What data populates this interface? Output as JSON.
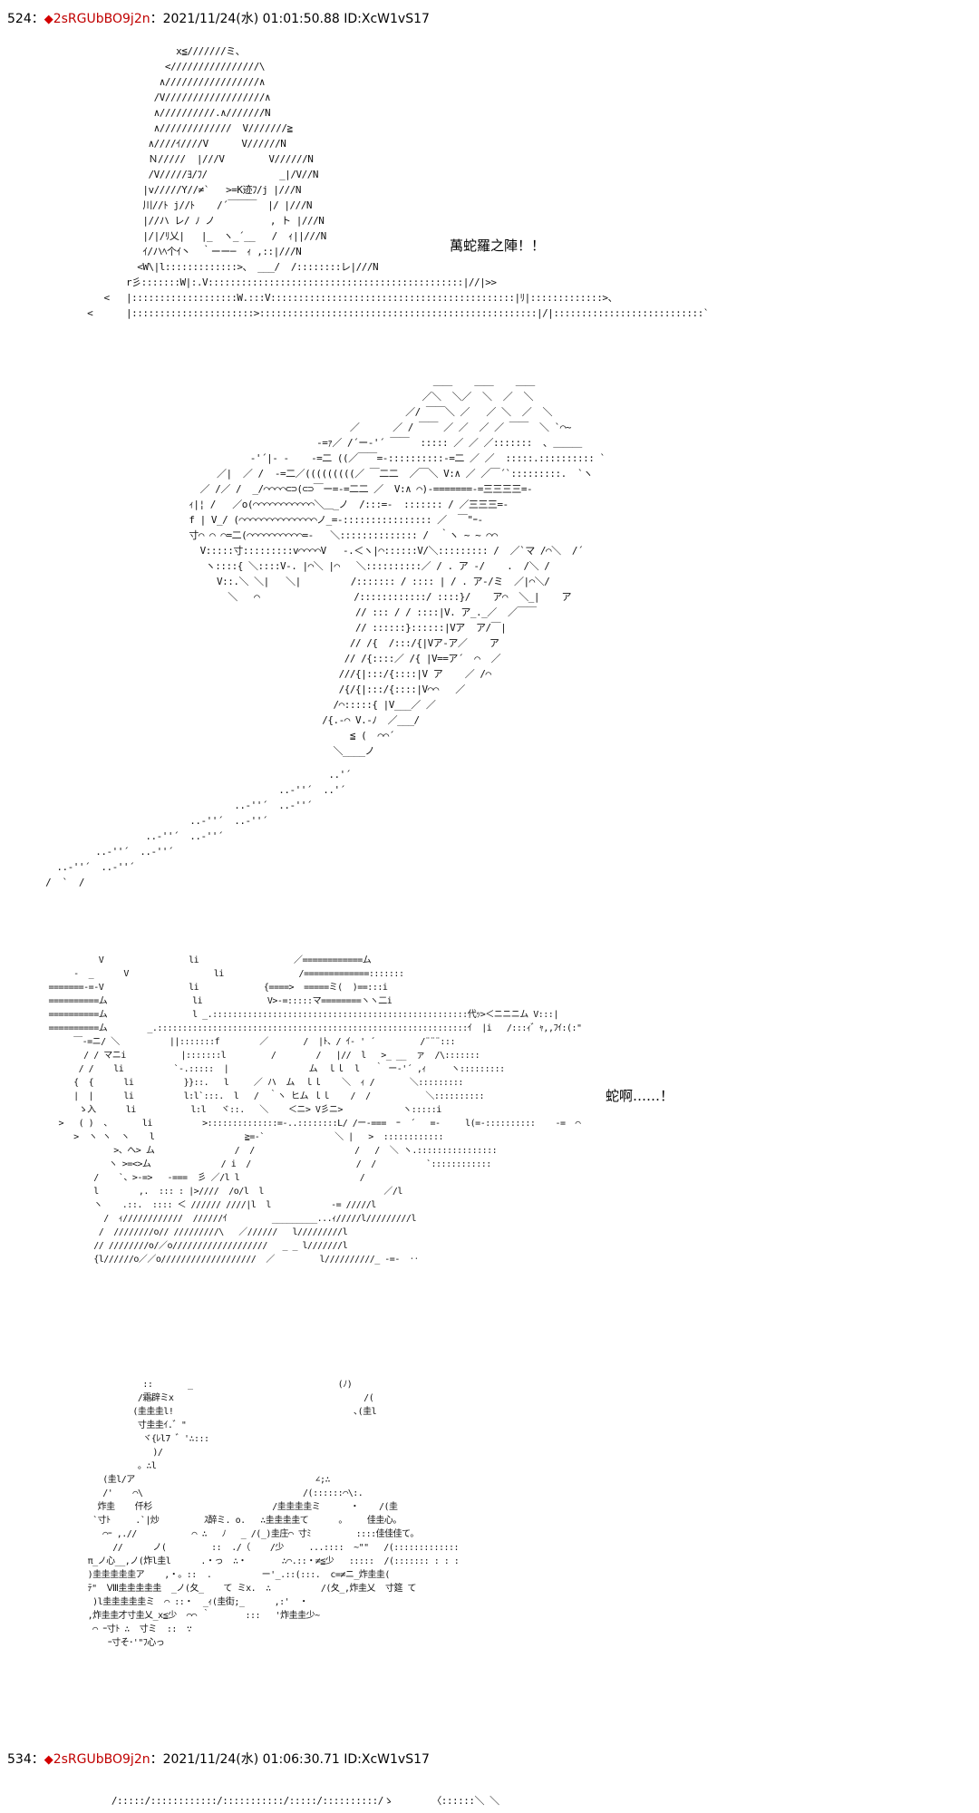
{
  "posts": [
    {
      "number": "524",
      "separator": "：",
      "diamond": "◆",
      "trip": "2sRGUbBO9j2n",
      "meta": "：2021/11/24(水) 01:01:50.88 ID:XcW1vS17"
    },
    {
      "number": "534",
      "separator": "：",
      "diamond": "◆",
      "trip": "2sRGUbBO9j2n",
      "meta": "：2021/11/24(水) 01:06:30.71 ID:XcW1vS17"
    }
  ],
  "panels": {
    "witch": {
      "art": "                 x≦///////ミ、\n               <////////////////\\\n              ∧/////////////////∧\n             /V//////////////////∧\n             ∧//////////.∧///////Ν\n             ∧/////////////  V///////≧\n            ∧////ｲ////V      V//////N\n            Ｎ/////  |///V        V//////Ν\n            /V/////ﾖ/ﾌ/             _|/V//Ν\n           |v/////Y//≠`   >=K迹ﾌ/j |///N\n           川//ﾄ j//ﾄ    /´￣￣￣  |/ |///N\n           |//ハ レ/ ﾉ ノ          , ト |///N\n           |/|/ﾘ乂|   |_  ヽ_´__   /  ｨ||///Ν\n           ｲ/ハﾍ个ｲ丶  ｀ーー─  ｨ ,::|///Ν\n          <W\\|l:::::::::::::>、 ___/  /::::::::レ|///Ν\n        r彡:::::::W|:.V::::::::::::::::::::::::::::::::::::::::::::::|//|>>\n    <   |:::::::::::::::::::W.:::V::::::::::::::::::::::::::::::::::::::::::::|ﾘ|:::::::::::::>、\n <      |::::::::::::::::::::::>::::::::::::::::::::::::::::::::::::::::::::::::::|/|:::::::::::::::::::::::::::`",
      "speech": "萬蛇羅之陣！！"
    },
    "snake": {
      "art": "                                               ＿＿    ＿＿    ＿＿\n                                             ／＼  ＼／  ＼  ／  ＼\n                                          ／/ ￣￣＼ ／   ／ ＼  ／  ＼\n                                ／      ／ / ￣￣ ／ ／  ／ ／ ￣￣  ＼ `⌒~\n                          -=ｧ／ /´ー‐'´ ￣￣  ::::: ／ ／ ／:::::::  ､ ＿＿＿\n              ‐'´|- -    -=二 ((／￣￣=-::::::::::-=二 ／ ／  :::::.:::::::::: `\n        ／|  ／ /  -=二／(((((((((／ ￣二二  ／￣＼ V:∧ ／ ／￣´`:::::::::.  `ヽ\n     ／ /／ /  _/⌒⌒⌒⌒⊂⊃(⊂⊃￣ー=-=二二 ／  V:∧ ⌒)-=======-=三三三三=-\n   ｨ|¦ /   ／o(⌒⌒⌒⌒⌒⌒⌒⌒⌒⌒⌒＼＿_ノ  /:::=-  ::::::: / ／三三三=-\n   f | V_/ (⌒⌒⌒⌒⌒⌒⌒⌒⌒⌒⌒⌒⌒⌒ノ_=-:::::::::::::::: ／  ￣\"ｰ-\n   寸⌒ ⌒ ⌒=二(⌒⌒⌒⌒⌒⌒⌒⌒⌒⌒=-   ＼:::::::::::::: /  ｀ヽ ~ ~ ⌒⌒\n     V:::::寸:::::::::v⌒⌒⌒⌒V   -.＜ヽ|⌒::::::V/＼::::::::: /  ／`マ /⌒＼  /´\n      ヽ::::{ ＼::::V-. |⌒＼ |⌒   ＼::::::::::／ / . ア -/    .  /＼ /\n        V::.＼ ＼|   ＼|         /::::::: / :::: | / . ア-/ミ  ／|⌒＼/\n          ＼   ⌒                 /::::::::::::/ ::::}/    ア⌒  ＼_|    ア\n                                 // ::: / / ::::|V. ア_._／  ／￣￣\n                                 // ::::::}::::::|Vア  ア/￣|\n                                // /{  /:::/{|Vア-ア／    ア\n                               // /{::::／ /{ |V==ア´  ⌒  ／\n                              ///{|:::/{::::|V ア    ／ /⌒\n                              /{/{|:::/{::::|V⌒⌒   ／\n                             /⌒:::::{ |V___／ ／\n                           /{.-⌒ V.-ﾉ  ／___/\n                                ≦ (  ⌒⌒´\n                             ＼____ノ",
      "tail": "                                                    ..'´\n                                           ..-''´  ..'´\n                                   ..-''´  ..-''´\n                           ..-''´  ..-''´\n                   ..-''´  ..-''´\n          ..-''´  ..-''´\n   ..-''´  ..-''´\n /  `  /"
    },
    "surrounded": {
      "art": "           V                 li                   ／============ム\n      -  _      V                 li               /=============:::::::\n =======-=-V                 li             {====>  =====ミ(  )==:::i\n ==========ム                 li             V>-=:::::マ========ヽヽ二i\n ==========ム                 l _.:::::::::::::::::::::::::::::::::::::::::::::::::::代ｯ>＜ニニニム V:::|\n ==========ム        _.::::::::::::::::::::::::::::::::::::::::::::::::::::::::::::::ｲ  |i   /:::ｨ゛ｬ,,ﾌｲ:(:\"\n      ￣-=ニ/ ＼          ||:::::::f        ／       /  |ﾄ、/ ｲ- ' ´         /¨¨¨:::\n        / / マニi           |:::::::l         /        /   |//  l   >_ __  ァ  /\\:::::::\n       / /    li          `-.:::::  |                ム  ｌｌ  l   ｀ ー-'´ ,ｨ     ヽ:::::::::\n      {  {      li          }}::.   l     ／ ハ  ム  ｌｌ    ＼  ｨ /       ＼:::::::::\n      |  |      li          l:l`:::.  l   /  ｀ヽ ヒム ｌｌ    /  /           ＼::::::::::\n       ゝ入      li           l:l   ヾ::.   ＼    ＜ニ> V彡ニ>            ヽ:::::i\n   >   ( )  、      li          >::::::::::::::=-..::::::::L/ /ー-===  ｰ  ´   =-     l(=-::::::::::    -=  ⌒\n      >  ヽ ヽ  ヽ    l                  ≧=-`              ＼ |   >  ::::::::::::\n              >、へ> ム                /  /                    /   /  ＼ ヽ.::::::::::::::::\n             ヽ >=<>ム              / i  /                     /  /          `::::::::::::\n          /    `、>-=>   -===  彡 ／/l l                        /\n          l        ,.  ::: : |>////  /o/l  l                        ／/l\n          ヽ    .::.  :::: ＜ ////// ////|l  l            -= /////l\n            /  ｨ////////////  //////ｲ         _________...ｨ/////l/////////l\n           /  ////////o// /////////\\   ／//////   l/////////l\n          // ////////o/／o///////////////////   _ _ l///////l\n          {l//////o／／o///////////////////  ／         l//////////_ -=-  ‥",
      "speech": "蛇啊……！"
    },
    "crowd": {
      "art": "                  ::       _                             (ﾉ)\n                 /霜辟ミx                                      /(\n                (圭圭圭l!                                    ､(圭l\n                 寸圭圭ｲ.゛\"\n                  ヾ{ﾚl7 ゛'∴:::\n                    )/\n                 。∴l\n          (圭l/ア                                    ∠;∴\n          /'    ⌒\\                                /(::::::⌒\\:.\n         炸圭    仟杉                        /圭圭圭圭ミ      ・    /(圭\n        `寸ﾄ     .`|炒         ｽ醉ミ. o.   ∴圭圭圭圭て      。    佳圭心。\n          ⌒ｰ ,.//           ⌒ ∴   ﾉ   _ /(_)圭庄⌒ 寸ﾐ         ::::佳佳佳て。\n            //      ノ(         ::  ./（    /少     ...::::  ~\"\"   /(:::::::::::::\n       π_ノ心__,ノ(炸l圭l      .・っ  ∴・       ∴⌒.::・≠≦少   :::::  /(::::::: : : :\n       )圭圭圭圭圭ア    ,・。::  .          ー'_.::(:::.  c=≠ニ_炸圭圭(\n       ﾃ\"  Ⅷ圭圭圭圭圭  _ノ(夂_    て ミx.  ∴          /(夂_,炸圭乂  寸筵 て\n        )l圭圭圭圭圭ミ  ⌒ ::・  _ｨ(圭街;_      ,:'  ・\n       ,炸圭圭才寸圭乂_x≦少  ⌒⌒ ｀       :::   '炸圭圭少~\n        ⌒ ｰ寸ﾄ ∴  寸ミ  ::  ∵\n           ｰ寸そ･'\"ﾌ心っ"
    },
    "next": {
      "art": "       /:::::/::::::::::::/:::::::::::/:::::/::::::::::/ゝ       〈::::::＼ ＼"
    }
  }
}
